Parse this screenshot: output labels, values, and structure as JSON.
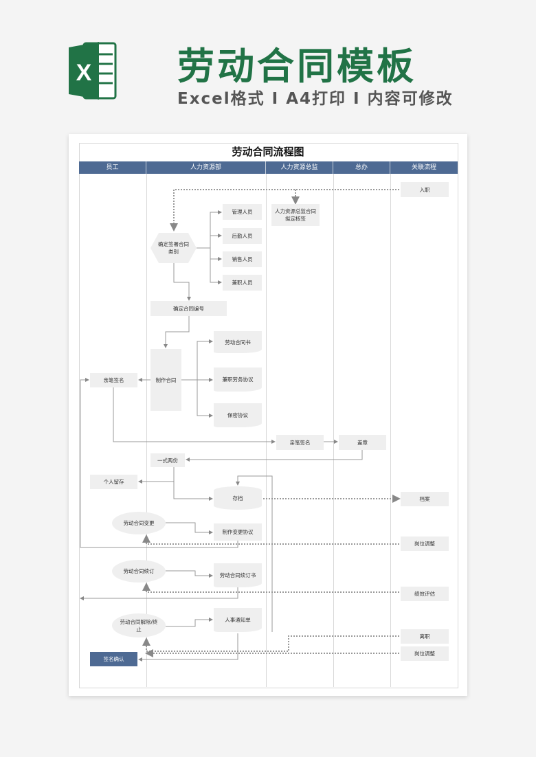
{
  "banner": {
    "title": "劳动合同模板",
    "subtitle": "Excel格式 I A4打印 I 内容可修改",
    "logo_letter": "X"
  },
  "sheet": {
    "title": "劳动合同流程图",
    "columns": [
      "员工",
      "人力资源部",
      "人力资源总监",
      "总办",
      "关联流程"
    ]
  },
  "nodes": {
    "entry": "入职",
    "director_sign": "人力资源总监合同拟定核签",
    "determine_type": "确定签署合同类别",
    "managers": "管理人员",
    "logistics": "后勤人员",
    "sales": "销售人员",
    "part_time": "兼职人员",
    "determine_number": "确定合同编号",
    "make_contract": "制作合同",
    "labor_contract": "劳动合同书",
    "part_time_agreement": "兼职劳务协议",
    "confidentiality": "保密协议",
    "employee_sign": "亲笔签名",
    "director_handsign": "亲笔签名",
    "seal": "盖章",
    "two_copies": "一式两份",
    "personal_keep": "个人留存",
    "archive_store": "存档",
    "archive": "档案",
    "change": "劳动合同变更",
    "change_agreement": "制作变更协议",
    "position_adjust_1": "岗位调整",
    "renew": "劳动合同续订",
    "renew_doc": "劳动合同续订书",
    "performance": "绩效评估",
    "terminate": "劳动合同解除/终止",
    "hr_notice": "人事通知单",
    "resign": "离职",
    "position_adjust_2": "岗位调整",
    "sign_confirm": "签名确认"
  },
  "colors": {
    "brand_green": "#217346",
    "header_blue": "#4e6a93",
    "node_gray": "#efefef"
  }
}
